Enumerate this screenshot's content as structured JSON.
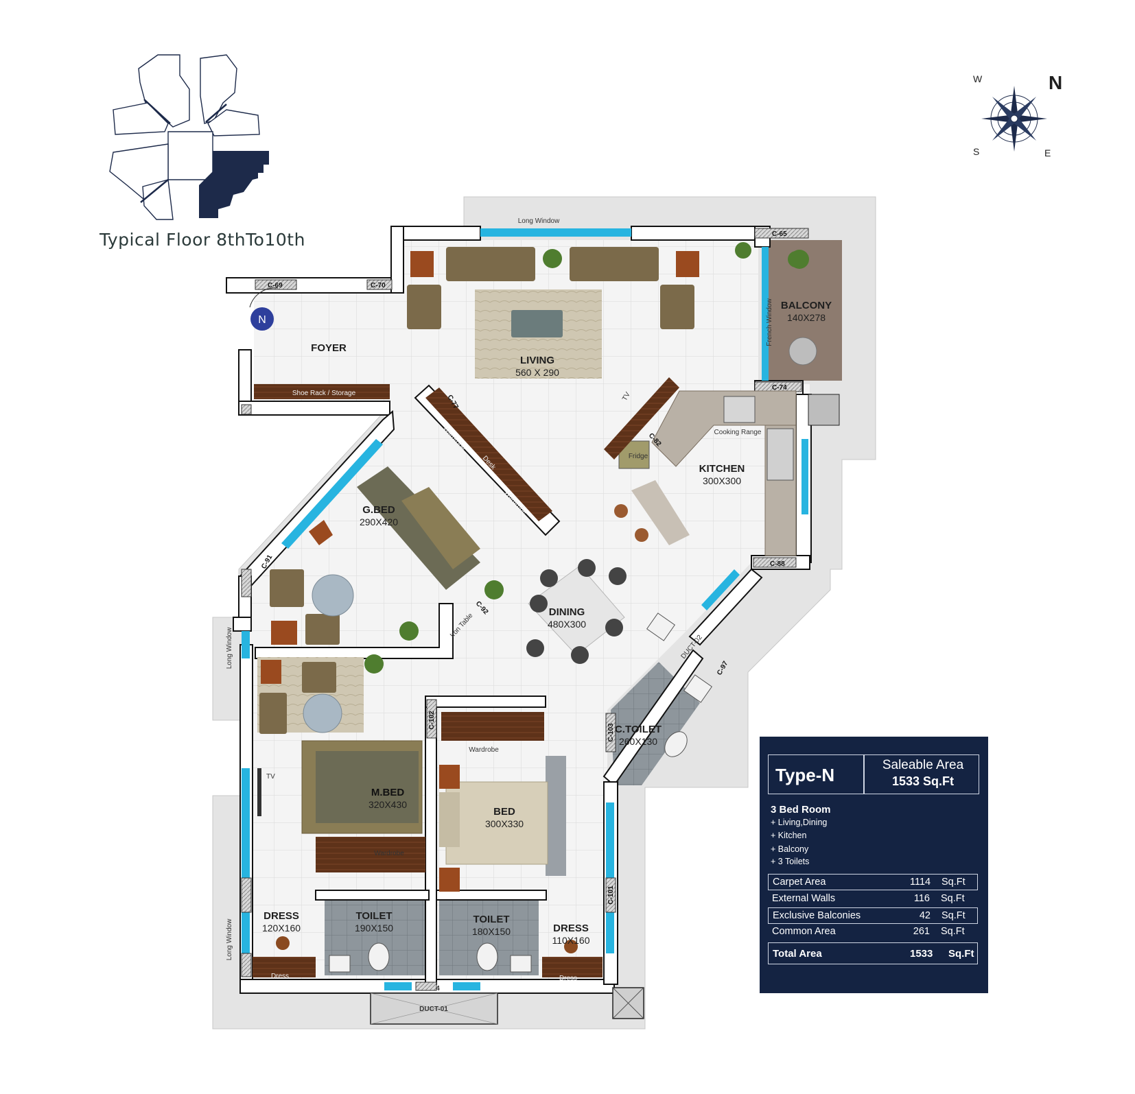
{
  "floor_title": "Typical Floor 8thTo10th",
  "compass": {
    "N": "N",
    "W": "W",
    "S": "S",
    "E": "E"
  },
  "entry_marker": "N",
  "rooms": {
    "foyer": "FOYER",
    "living": "LIVING",
    "living_dim": "560 X 290",
    "balcony": "BALCONY",
    "balcony_dim": "140X278",
    "kitchen": "KITCHEN",
    "kitchen_dim": "300X300",
    "gbed": "G.BED",
    "gbed_dim": "290X420",
    "dining": "DINING",
    "dining_dim": "480X300",
    "ctoilet": "C.TOILET",
    "ctoilet_dim": "260X130",
    "mbed": "M.BED",
    "mbed_dim": "320X430",
    "bed": "BED",
    "bed_dim": "300X330",
    "dress_left": "DRESS",
    "dress_left_dim": "120X160",
    "toilet_left": "TOILET",
    "toilet_left_dim": "190X150",
    "toilet_right": "TOILET",
    "toilet_right_dim": "180X150",
    "dress_right": "DRESS",
    "dress_right_dim": "110X160"
  },
  "annotations": {
    "long_window_top": "Long Window",
    "long_window_left": "Long Window",
    "long_window_bottom": "Long Window",
    "french_window": "French Window",
    "shoe_rack": "Shoe Rack / Storage",
    "cooking_range": "Cooking Range",
    "fridge": "Fridge",
    "tv_kitchen": "TV",
    "tv_mbed": "TV",
    "wardrobe_gbed": "Wardrobe",
    "desk_gbed": "Desk",
    "wardrobe_gbed2": "Wardrobe",
    "iron_table": "Iron Table",
    "wardrobe_bed": "Wardrobe",
    "wardrobe_mbed": "Wardrobe",
    "dress_left_unit": "Dress",
    "dress_right_unit": "Dress",
    "duct_bottom": "DUCT-01",
    "duct_side": "DUCT-02",
    "duct_num": "4"
  },
  "column_codes": {
    "c69": "C-69",
    "c70": "C-70",
    "c65": "C-65",
    "c74": "C-74",
    "c77": "C-77",
    "c82": "C-82",
    "c88": "C-88",
    "c91": "C-91",
    "c92": "C-92",
    "c97": "C-97",
    "c102": "C-102",
    "c103": "C-103",
    "c101": "C-101"
  },
  "summary": {
    "type": "Type-N",
    "saleable_label": "Saleable Area",
    "saleable_value": "1533 Sq.Ft",
    "bedrooms": "3 Bed Room",
    "features": [
      "+ Living,Dining",
      "+ Kitchen",
      "+ Balcony",
      "+ 3 Toilets"
    ],
    "areas": [
      {
        "name": "Carpet Area",
        "value": "1114",
        "unit": "Sq.Ft"
      },
      {
        "name": "External Walls",
        "value": "116",
        "unit": "Sq.Ft"
      },
      {
        "name": "Exclusive Balconies",
        "value": "42",
        "unit": "Sq.Ft"
      },
      {
        "name": "Common Area",
        "value": "261",
        "unit": "Sq.Ft"
      }
    ],
    "total": {
      "name": "Total Area",
      "value": "1533",
      "unit": "Sq.Ft"
    }
  },
  "colors": {
    "brand_navy": "#142342",
    "window_blue": "#27b4e0",
    "wall": "#ffffff",
    "floor_tile": "#f3f3f3",
    "wood": "#6b3a1f",
    "sofa": "#7b6a4a"
  }
}
